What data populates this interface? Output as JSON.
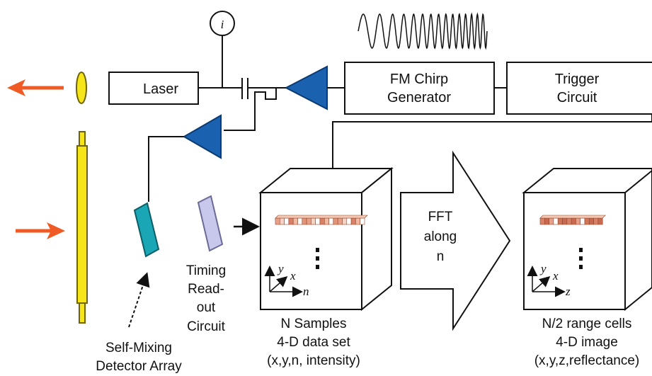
{
  "blocks": {
    "laser": "Laser",
    "fm_chirp": [
      "FM Chirp",
      "Generator"
    ],
    "trigger": [
      "Trigger",
      "Circuit"
    ],
    "current_meter": "i"
  },
  "fft": [
    "FFT",
    "along",
    "n"
  ],
  "labels": {
    "timing": [
      "Timing",
      "Read-",
      "out",
      "Circuit"
    ],
    "detector": [
      "Self-Mixing",
      "Detector Array"
    ],
    "samples": [
      "N Samples",
      "4-D data set",
      "(x,y,n, intensity)"
    ],
    "image": [
      "N/2 range cells",
      "4-D image",
      "(x,y,z,reflectance)"
    ]
  },
  "axes": {
    "left": {
      "y": "y",
      "x": "x",
      "depth": "n"
    },
    "right": {
      "y": "y",
      "x": "x",
      "depth": "z"
    }
  },
  "colors": {
    "arrow_orange": "#f05a24",
    "lens_yellow": "#f6e619",
    "amplifier_blue": "#1a62b0",
    "detector_teal": "#1aa6b4",
    "readout_lavender": "#c8c8ec",
    "pixel_salmon": "#e8a088"
  }
}
